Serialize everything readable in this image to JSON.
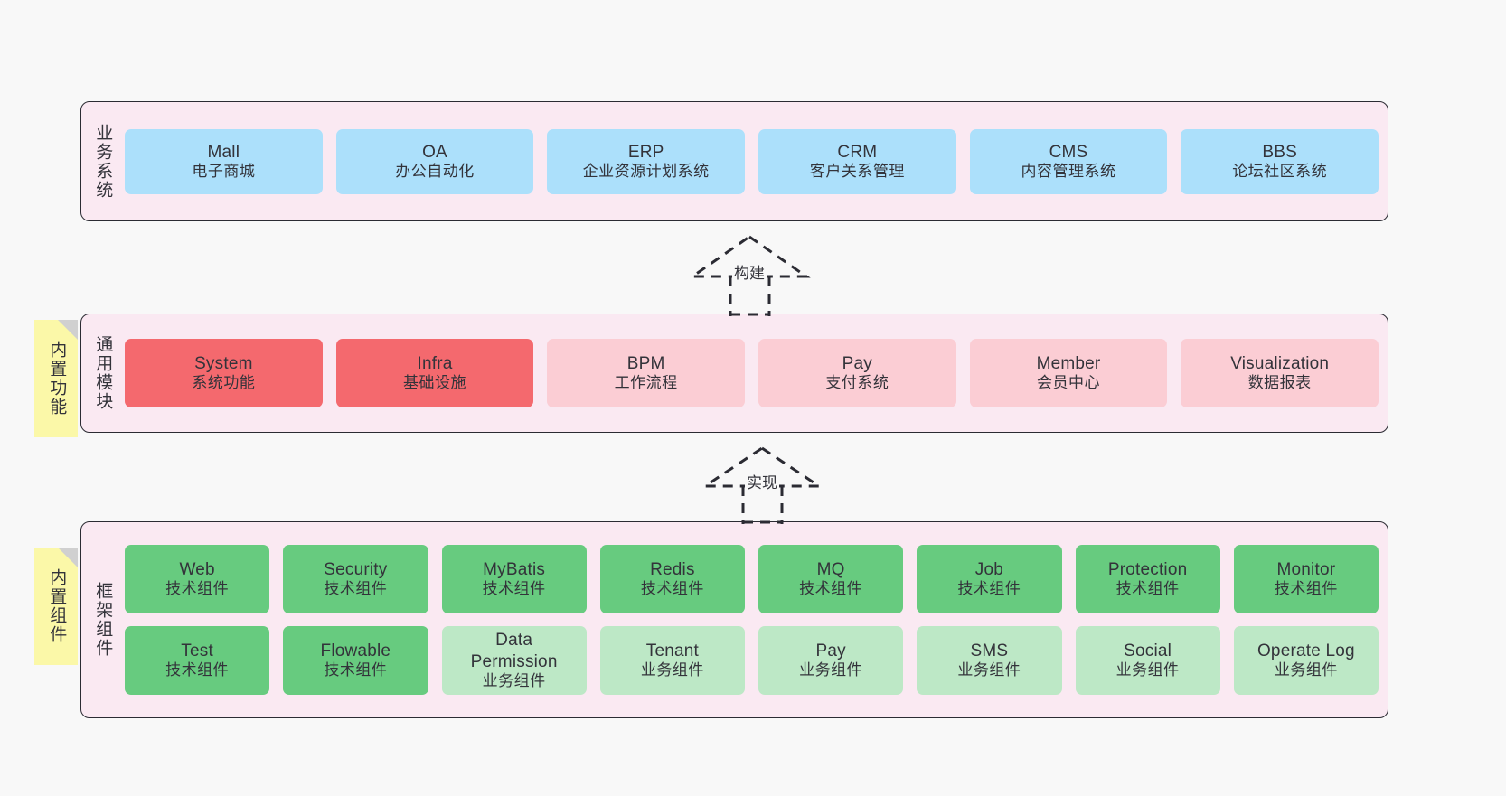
{
  "diagram": {
    "background": "#f8f8f8",
    "palette": {
      "layer_bg": "#fae9f2",
      "layer_border": "#2b2b33",
      "blue": "#ace0fb",
      "red_strong": "#f4696e",
      "red_light": "#fbcdd4",
      "green_strong": "#67cb7f",
      "green_light": "#bde8c6",
      "note_yellow": "#fbf8a8",
      "note_fold": "#d0d0d0",
      "text": "#33333a"
    }
  },
  "layers": [
    {
      "id": "business-systems",
      "title": "业务系统",
      "rows": [
        {
          "cards": [
            {
              "en": "Mall",
              "cn": "电子商城",
              "style": "blue"
            },
            {
              "en": "OA",
              "cn": "办公自动化",
              "style": "blue"
            },
            {
              "en": "ERP",
              "cn": "企业资源计划系统",
              "style": "blue"
            },
            {
              "en": "CRM",
              "cn": "客户关系管理",
              "style": "blue"
            },
            {
              "en": "CMS",
              "cn": "内容管理系统",
              "style": "blue"
            },
            {
              "en": "BBS",
              "cn": "论坛社区系统",
              "style": "blue"
            }
          ]
        }
      ]
    },
    {
      "id": "common-modules",
      "title": "通用模块",
      "note": "内置功能",
      "rows": [
        {
          "cards": [
            {
              "en": "System",
              "cn": "系统功能",
              "style": "red_strong"
            },
            {
              "en": "Infra",
              "cn": "基础设施",
              "style": "red_strong"
            },
            {
              "en": "BPM",
              "cn": "工作流程",
              "style": "red_light"
            },
            {
              "en": "Pay",
              "cn": "支付系统",
              "style": "red_light"
            },
            {
              "en": "Member",
              "cn": "会员中心",
              "style": "red_light"
            },
            {
              "en": "Visualization",
              "cn": "数据报表",
              "style": "red_light"
            }
          ]
        }
      ]
    },
    {
      "id": "framework-components",
      "title": "框架组件",
      "note": "内置组件",
      "rows": [
        {
          "cards": [
            {
              "en": "Web",
              "cn": "技术组件",
              "style": "green_strong"
            },
            {
              "en": "Security",
              "cn": "技术组件",
              "style": "green_strong"
            },
            {
              "en": "MyBatis",
              "cn": "技术组件",
              "style": "green_strong"
            },
            {
              "en": "Redis",
              "cn": "技术组件",
              "style": "green_strong"
            },
            {
              "en": "MQ",
              "cn": "技术组件",
              "style": "green_strong"
            },
            {
              "en": "Job",
              "cn": "技术组件",
              "style": "green_strong"
            },
            {
              "en": "Protection",
              "cn": "技术组件",
              "style": "green_strong"
            },
            {
              "en": "Monitor",
              "cn": "技术组件",
              "style": "green_strong"
            }
          ]
        },
        {
          "cards": [
            {
              "en": "Test",
              "cn": "技术组件",
              "style": "green_strong"
            },
            {
              "en": "Flowable",
              "cn": "技术组件",
              "style": "green_strong"
            },
            {
              "en": "Data Permission",
              "cn": "业务组件",
              "style": "green_light"
            },
            {
              "en": "Tenant",
              "cn": "业务组件",
              "style": "green_light"
            },
            {
              "en": "Pay",
              "cn": "业务组件",
              "style": "green_light"
            },
            {
              "en": "SMS",
              "cn": "业务组件",
              "style": "green_light"
            },
            {
              "en": "Social",
              "cn": "业务组件",
              "style": "green_light"
            },
            {
              "en": "Operate Log",
              "cn": "业务组件",
              "style": "green_light"
            }
          ]
        }
      ]
    }
  ],
  "connectors": [
    {
      "id": "build",
      "label": "构建"
    },
    {
      "id": "implement",
      "label": "实现"
    }
  ]
}
